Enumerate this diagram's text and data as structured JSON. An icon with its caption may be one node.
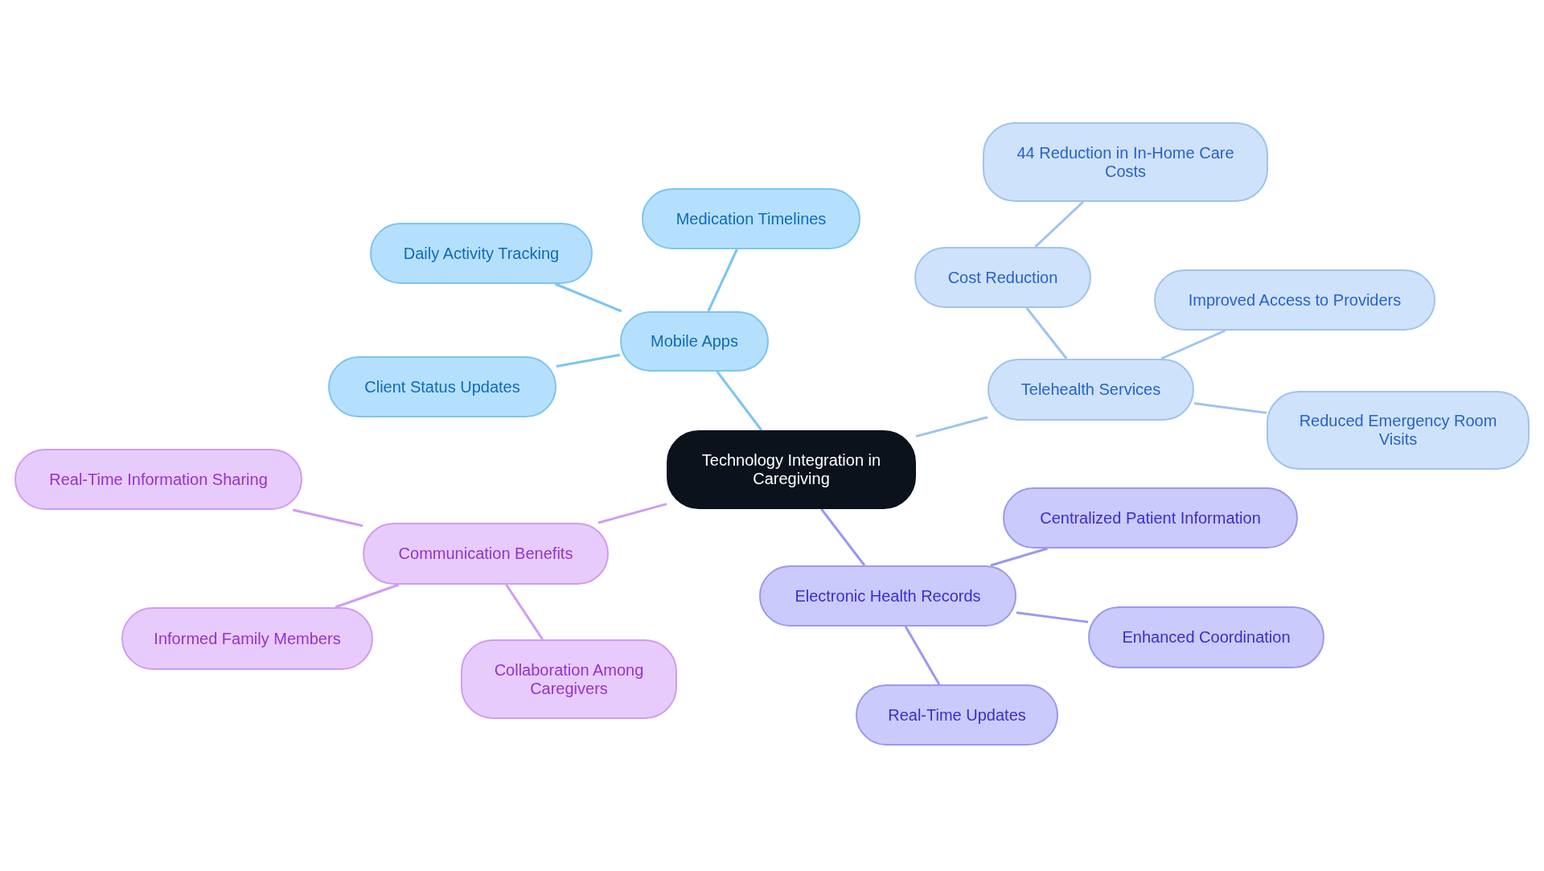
{
  "diagram": {
    "nodes": [
      {
        "text": [
          "Technology Integration in Caregiving"
        ]
      },
      {
        "text": [
          "Mobile Apps"
        ]
      },
      {
        "text": [
          "Medication Timelines"
        ]
      },
      {
        "text": [
          "Daily Activity Tracking"
        ]
      },
      {
        "text": [
          "Client Status Updates"
        ]
      },
      {
        "text": [
          "Telehealth Services"
        ]
      },
      {
        "text": [
          "Cost Reduction"
        ]
      },
      {
        "text": [
          "44 Reduction in In-Home Care Costs"
        ]
      },
      {
        "text": [
          "Improved Access to Providers"
        ]
      },
      {
        "text": [
          "Reduced Emergency Room Visits"
        ]
      },
      {
        "text": [
          "Electronic Health Records"
        ]
      },
      {
        "text": [
          "Centralized Patient Information"
        ]
      },
      {
        "text": [
          "Enhanced Coordination"
        ]
      },
      {
        "text": [
          "Real-Time Updates"
        ]
      },
      {
        "text": [
          "Communication Benefits"
        ]
      },
      {
        "text": [
          "Real-Time Information Sharing"
        ]
      },
      {
        "text": [
          "Informed Family Members"
        ]
      },
      {
        "text": [
          "Collaboration Among Caregivers"
        ]
      }
    ],
    "edges": [
      {
        "from": 0,
        "to": 1,
        "arrow": "none",
        "color": "#7cc4f2"
      },
      {
        "from": 1,
        "to": 2,
        "arrow": "none",
        "color": "#7cc4f2"
      },
      {
        "from": 1,
        "to": 3,
        "arrow": "none",
        "color": "#7cc4f2"
      },
      {
        "from": 1,
        "to": 4,
        "arrow": "none",
        "color": "#7cc4f2"
      },
      {
        "from": 0,
        "to": 5,
        "arrow": "none",
        "color": "#9fc3f0"
      },
      {
        "from": 5,
        "to": 6,
        "arrow": "none",
        "color": "#9fc3f0"
      },
      {
        "from": 6,
        "to": 7,
        "arrow": "none",
        "color": "#9fc3f0"
      },
      {
        "from": 5,
        "to": 8,
        "arrow": "none",
        "color": "#9fc3f0"
      },
      {
        "from": 5,
        "to": 9,
        "arrow": "none",
        "color": "#9fc3f0"
      },
      {
        "from": 0,
        "to": 10,
        "arrow": "none",
        "color": "#9b98f0"
      },
      {
        "from": 10,
        "to": 11,
        "arrow": "none",
        "color": "#9b98f0"
      },
      {
        "from": 10,
        "to": 12,
        "arrow": "none",
        "color": "#9b98f0"
      },
      {
        "from": 10,
        "to": 13,
        "arrow": "none",
        "color": "#9b98f0"
      },
      {
        "from": 0,
        "to": 14,
        "arrow": "none",
        "color": "#d09cf2"
      },
      {
        "from": 14,
        "to": 15,
        "arrow": "none",
        "color": "#d09cf2"
      },
      {
        "from": 14,
        "to": 16,
        "arrow": "none",
        "color": "#d09cf2"
      },
      {
        "from": 14,
        "to": 17,
        "arrow": "none",
        "color": "#d09cf2"
      }
    ]
  }
}
